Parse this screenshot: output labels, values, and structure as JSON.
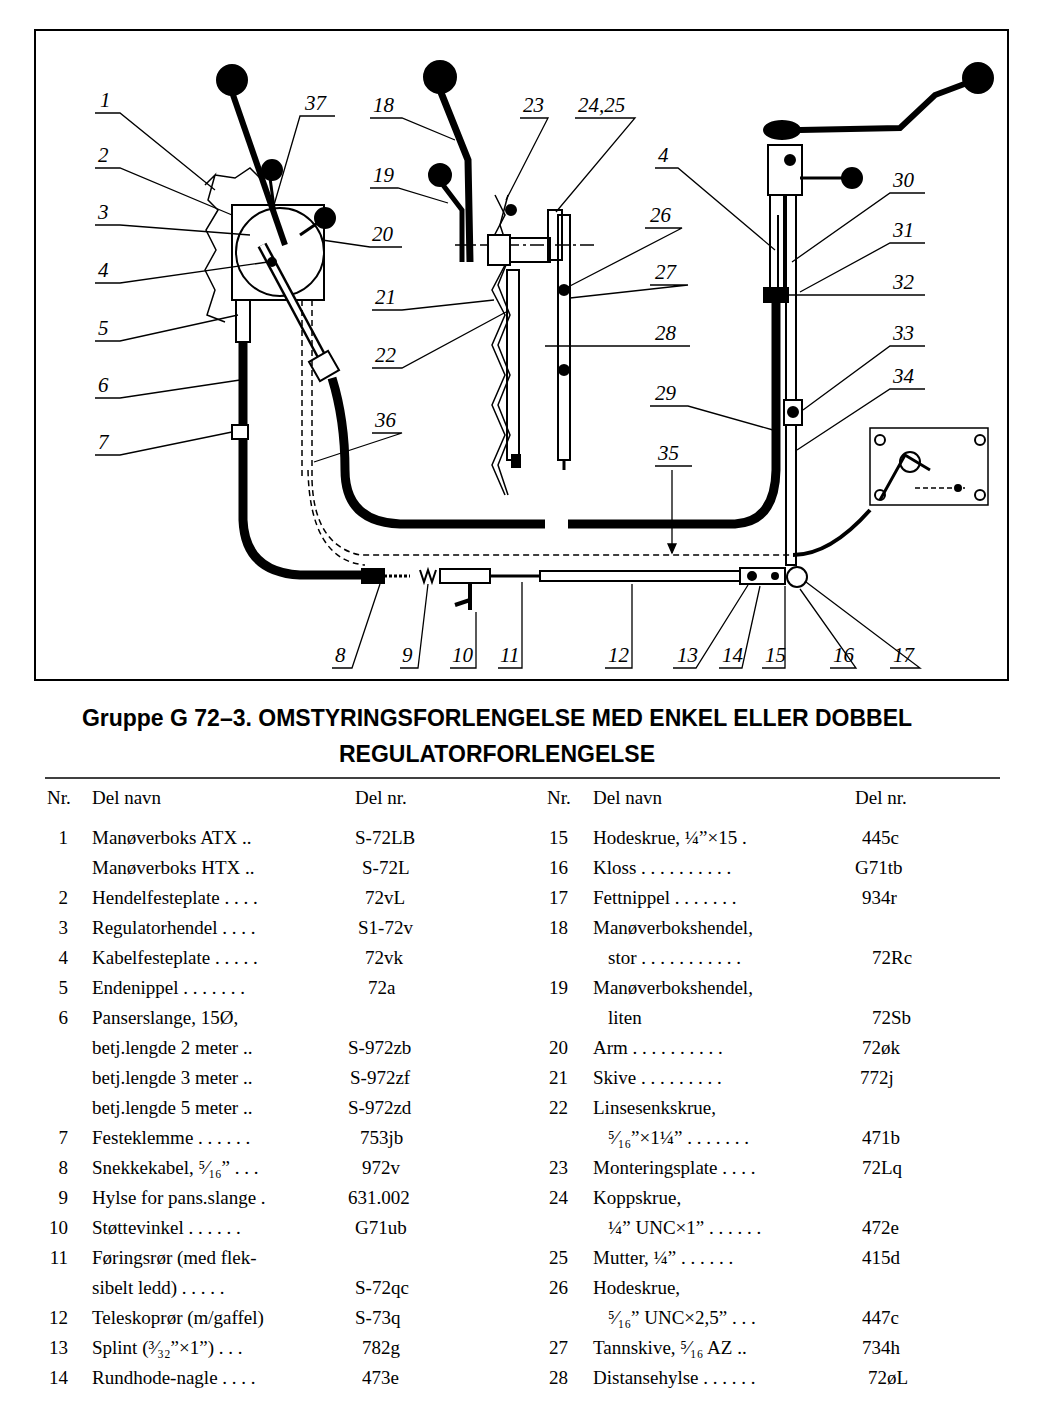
{
  "diagram": {
    "title": "Gruppe G 72–3. OMSTYRINGSFORLENGELSE MED ENKEL ELLER DOBBEL REGULATORFORLENGELSE",
    "labels": [
      "1",
      "37",
      "18",
      "23",
      "24,25",
      "2",
      "4",
      "19",
      "30",
      "3",
      "26",
      "31",
      "20",
      "4",
      "27",
      "32",
      "21",
      "5",
      "28",
      "33",
      "22",
      "34",
      "6",
      "29",
      "36",
      "7",
      "35",
      "8",
      "9",
      "10",
      "11",
      "12",
      "13",
      "14",
      "15",
      "16",
      "17",
      "Nr.",
      "Del navn",
      "Del nr.",
      "Nr.",
      "Del navn",
      "Del nr.",
      "1",
      "Manøverboks ATX ..",
      "S-72LB",
      "Manøverboks HTX ..",
      "S-72L",
      "2",
      "Hendelfesteplate . . . .",
      "72vL",
      "3",
      "Regulatorhendel . . . .",
      "S1-72v",
      "4",
      "Kabelfesteplate . . . . .",
      "72vk",
      "5",
      "Endenippel . . . . . . .",
      "72a",
      "6",
      "Panserslange, 15Ø,",
      "betj.lengde 2 meter ..",
      "S-972zb",
      "betj.lengde 3 meter ..",
      "S-972zf",
      "betj.lengde 5 meter ..",
      "S-972zd",
      "7",
      "Festeklemme . . . . . .",
      "753jb",
      "8",
      "Snekkekabel, ⁵⁄₁₆” . . .",
      "972v",
      "9",
      "Hylse for pans.slange .",
      "631.002",
      "10",
      "Støttevinkel . . . . . .",
      "G71ub",
      "11",
      "Føringsrør (med flek-",
      "sibelt ledd) . . . . .",
      "S-72qc",
      "12",
      "Teleskoprør (m/gaffel)",
      "S-73q",
      "13",
      "Splint (³⁄₃₂”×1”) . . .",
      "782g",
      "14",
      "Rundhode-nagle . . . .",
      "473e",
      "15",
      "Hodeskrue, ¼”×15 .",
      "445c",
      "16",
      "Kloss . . . . . . . . . .",
      "G71tb",
      "17",
      "Fettnippel . . . . . . .",
      "934r",
      "18",
      "Manøverbokshendel,",
      "stor . . . . . . . . . . .",
      "72Rc",
      "19",
      "Manøverbokshendel,",
      "liten",
      "72Sb",
      "20",
      "Arm . . . . . . . . . .",
      "72øk",
      "21",
      "Skive . . . . . . . . .",
      "772j",
      "22",
      "Linsesenkskrue,",
      "⁵⁄₁₆”×1¼” . . . . . . .",
      "471b",
      "23",
      "Monteringsplate . . . .",
      "72Lq",
      "24",
      "Koppskrue,",
      "¼” UNC×1” . . . . . .",
      "472e",
      "25",
      "Mutter, ¼” . . . . . .",
      "415d",
      "26",
      "Hodeskrue,",
      "⁵⁄₁₆” UNC×2,5” . . .",
      "447c",
      "27",
      "Tannskive, ⁵⁄₁₆ AZ ..",
      "734h",
      "28",
      "Distansehylse . . . . . .",
      "72øL"
    ]
  }
}
